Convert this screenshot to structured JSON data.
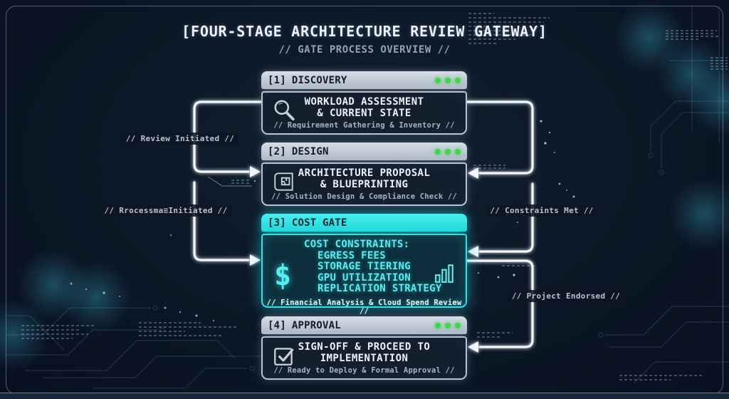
{
  "header": {
    "title": "[FOUR-STAGE ARCHITECTURE REVIEW GATEWAY]",
    "subtitle": "// GATE PROCESS OVERVIEW //"
  },
  "colors": {
    "background": "#0c1827",
    "accent_cyan": "#2ee3e5",
    "status_green": "#3ed64b",
    "connector_white": "#f3f7fc",
    "card_header_gray": "#c3ccd8"
  },
  "stages": [
    {
      "id": "[1]",
      "name": "DISCOVERY",
      "icon": "magnifier-icon",
      "title_lines": [
        "WORKLOAD ASSESSMENT",
        "& CURRENT STATE"
      ],
      "footer": "// Requirement Gathering & Inventory //",
      "status_dots": 3
    },
    {
      "id": "[2]",
      "name": "DESIGN",
      "icon": "blueprint-icon",
      "title_lines": [
        "ARCHITECTURE PROPOSAL",
        "& BLUEPRINTING"
      ],
      "footer": "// Solution Design & Compliance Check //",
      "status_dots": 3
    },
    {
      "id": "[3]",
      "name": "COST GATE",
      "icon": "dollar-icon",
      "secondary_icon": "bar-chart-icon",
      "heading": "COST CONSTRAINTS:",
      "items": [
        "EGRESS FEES",
        "STORAGE TIERING",
        "GPU UTILIZATION",
        "REPLICATION STRATEGY"
      ],
      "footer": "// Financial Analysis & Cloud Spend Review //"
    },
    {
      "id": "[4]",
      "name": "APPROVAL",
      "icon": "checkbox-icon",
      "title_lines": [
        "SIGN-OFF & PROCEED TO",
        "IMPLEMENTATION"
      ],
      "footer": "// Ready to Deploy & Formal Approval //",
      "status_dots": 3
    }
  ],
  "edge_labels": [
    {
      "text": "// Review Initiated //",
      "side": "left"
    },
    {
      "text": "// Rrocessma≡Initiated //",
      "side": "left"
    },
    {
      "text": "// Constraints Met //",
      "side": "right"
    },
    {
      "text": "// Project Endorsed //",
      "side": "right"
    }
  ]
}
